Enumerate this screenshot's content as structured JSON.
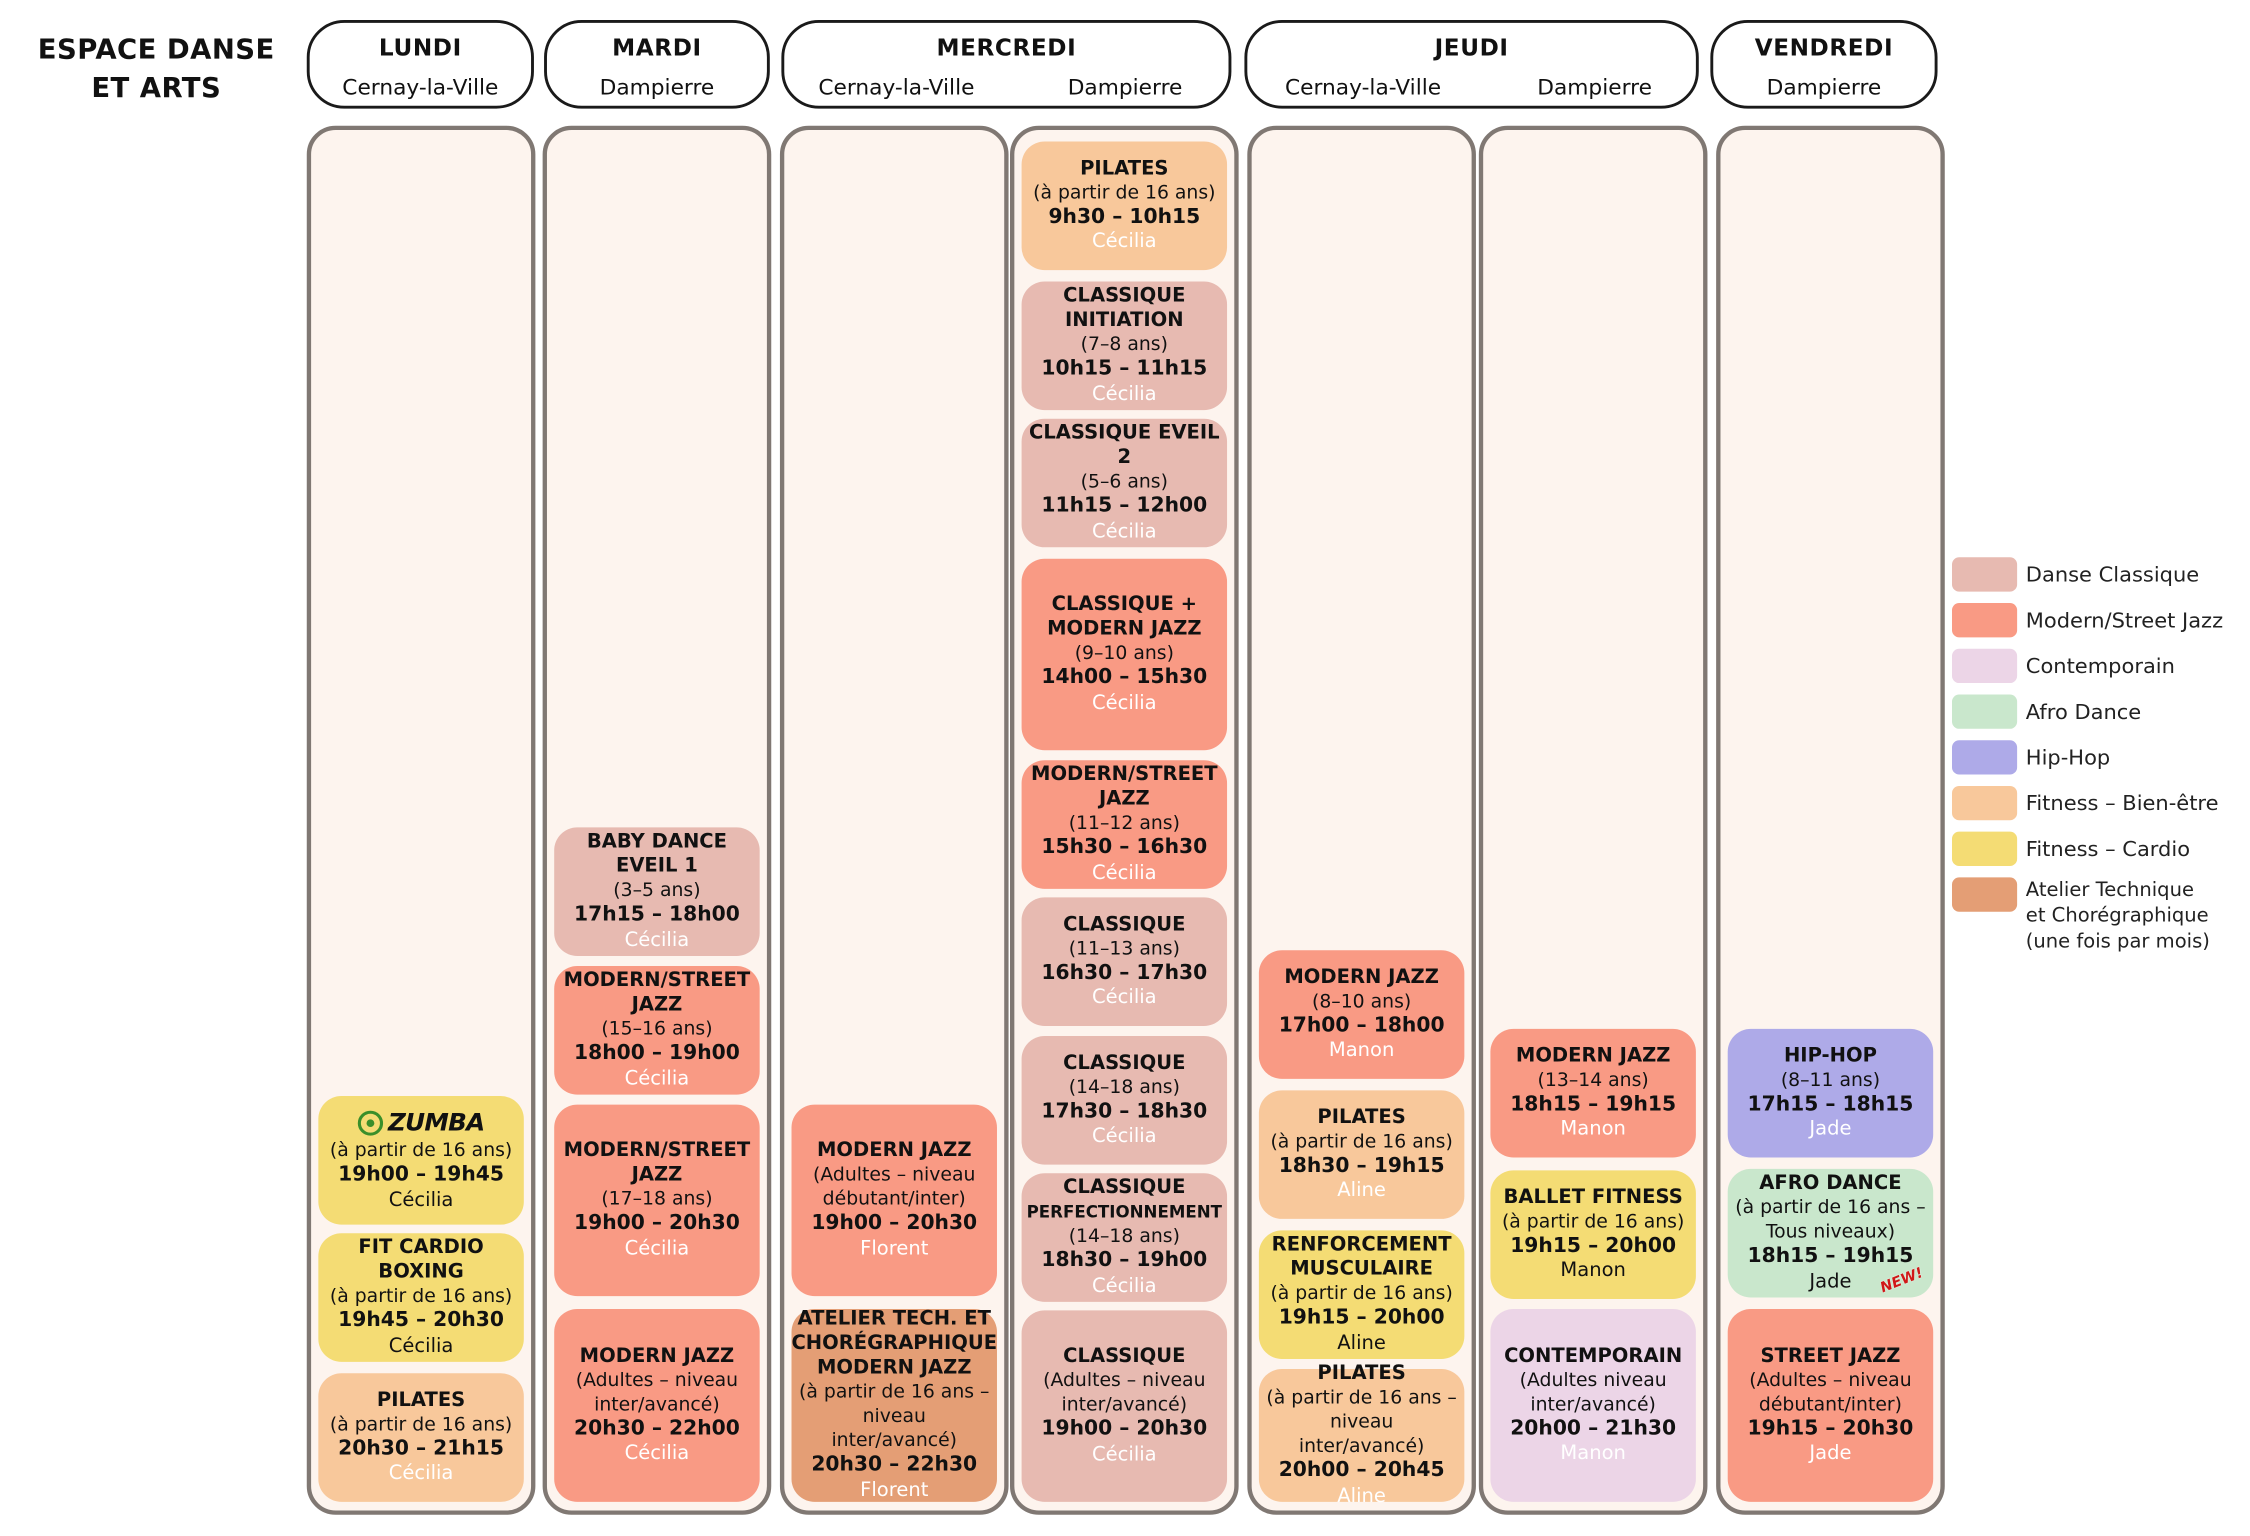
{
  "brand": {
    "line1": "ESPACE DANSE",
    "line2": "ET ARTS"
  },
  "colors": {
    "classique": "#e7bab1",
    "modern": "#f99a84",
    "contemporain": "#ecd5e7",
    "afro": "#c9e7cc",
    "hiphop": "#aeaae8",
    "fitness_bienetre": "#f8c89b",
    "fitness_cardio": "#f4dc74",
    "atelier": "#e49e75",
    "column_bg": "#fdf4ee"
  },
  "days": {
    "lundi": {
      "name": "LUNDI",
      "loc1": "Cernay-la-Ville"
    },
    "mardi": {
      "name": "MARDI",
      "loc1": "Dampierre"
    },
    "mercredi": {
      "name": "MERCREDI",
      "loc1": "Cernay-la-Ville",
      "loc2": "Dampierre"
    },
    "jeudi": {
      "name": "JEUDI",
      "loc1": "Cernay-la-Ville",
      "loc2": "Dampierre"
    },
    "vendredi": {
      "name": "VENDREDI",
      "loc1": "Dampierre"
    }
  },
  "lundi": [
    {
      "logo": "ZUMBA",
      "age": "(à partir de 16 ans)",
      "hours": "19h00 – 19h45",
      "teacher": "Cécilia",
      "color": "fitness_cardio"
    },
    {
      "title": "FIT CARDIO BOXING",
      "age": "(à partir de 16 ans)",
      "hours": "19h45 – 20h30",
      "teacher": "Cécilia",
      "color": "fitness_cardio"
    },
    {
      "title": "PILATES",
      "age": "(à partir de 16 ans)",
      "hours": "20h30 – 21h15",
      "teacher": "Cécilia",
      "color": "fitness_bienetre"
    }
  ],
  "mardi": [
    {
      "title": "BABY DANCE EVEIL 1",
      "age": "(3–5 ans)",
      "hours": "17h15 – 18h00",
      "teacher": "Cécilia",
      "color": "classique"
    },
    {
      "title": "MODERN/STREET JAZZ",
      "age": "(15–16 ans)",
      "hours": "18h00 – 19h00",
      "teacher": "Cécilia",
      "color": "modern"
    },
    {
      "title": "MODERN/STREET JAZZ",
      "age": "(17–18 ans)",
      "hours": "19h00 – 20h30",
      "teacher": "Cécilia",
      "color": "modern"
    },
    {
      "title": "MODERN JAZZ",
      "age": "(Adultes – niveau inter/avancé)",
      "hours": "20h30 – 22h00",
      "teacher": "Cécilia",
      "color": "modern"
    }
  ],
  "mercredi_cernay": [
    {
      "title": "MODERN JAZZ",
      "age": "(Adultes – niveau débutant/inter)",
      "hours": "19h00 – 20h30",
      "teacher": "Florent",
      "color": "modern"
    },
    {
      "title": "ATELIER TECH. ET CHORÉGRAPHIQUE MODERN JAZZ",
      "age": "(à partir de 16 ans – niveau inter/avancé)",
      "hours": "20h30 – 22h30",
      "teacher": "Florent",
      "color": "atelier"
    }
  ],
  "mercredi_dampierre": [
    {
      "title": "PILATES",
      "age": "(à partir de 16 ans)",
      "hours": "9h30 – 10h15",
      "teacher": "Cécilia",
      "color": "fitness_bienetre"
    },
    {
      "title": "CLASSIQUE INITIATION",
      "age": "(7–8 ans)",
      "hours": "10h15 – 11h15",
      "teacher": "Cécilia",
      "color": "classique"
    },
    {
      "title": "CLASSIQUE EVEIL 2",
      "age": "(5–6 ans)",
      "hours": "11h15 – 12h00",
      "teacher": "Cécilia",
      "color": "classique"
    },
    {
      "title": "CLASSIQUE + MODERN JAZZ",
      "age": "(9–10 ans)",
      "hours": "14h00 – 15h30",
      "teacher": "Cécilia",
      "color": "modern"
    },
    {
      "title": "MODERN/STREET JAZZ",
      "age": "(11–12 ans)",
      "hours": "15h30 – 16h30",
      "teacher": "Cécilia",
      "color": "modern"
    },
    {
      "title": "CLASSIQUE",
      "age": "(11–13 ans)",
      "hours": "16h30 – 17h30",
      "teacher": "Cécilia",
      "color": "classique"
    },
    {
      "title": "CLASSIQUE",
      "age": "(14–18 ans)",
      "hours": "17h30 – 18h30",
      "teacher": "Cécilia",
      "color": "classique"
    },
    {
      "title_a": "CLASSIQUE",
      "title_b": "PERFECTIONNEMENT",
      "age": "(14–18 ans)",
      "hours": "18h30 – 19h00",
      "teacher": "Cécilia",
      "color": "classique"
    },
    {
      "title": "CLASSIQUE",
      "age": "(Adultes – niveau inter/avancé)",
      "hours": "19h00 – 20h30",
      "teacher": "Cécilia",
      "color": "classique"
    }
  ],
  "jeudi_cernay": [
    {
      "title": "MODERN JAZZ",
      "age": "(8–10 ans)",
      "hours": "17h00 – 18h00",
      "teacher": "Manon",
      "color": "modern"
    },
    {
      "title": "PILATES",
      "age": "(à partir de 16 ans)",
      "hours": "18h30 – 19h15",
      "teacher": "Aline",
      "color": "fitness_bienetre"
    },
    {
      "title": "RENFORCEMENT MUSCULAIRE",
      "age": "(à partir de 16 ans)",
      "hours": "19h15 – 20h00",
      "teacher": "Aline",
      "color": "fitness_cardio"
    },
    {
      "title": "PILATES",
      "age": "(à partir de 16 ans – niveau inter/avancé)",
      "hours": "20h00 – 20h45",
      "teacher": "Aline",
      "color": "fitness_bienetre"
    }
  ],
  "jeudi_dampierre": [
    {
      "title": "MODERN JAZZ",
      "age": "(13–14 ans)",
      "hours": "18h15 – 19h15",
      "teacher": "Manon",
      "color": "modern"
    },
    {
      "title": "BALLET FITNESS",
      "age": "(à partir de 16 ans)",
      "hours": "19h15 – 20h00",
      "teacher": "Manon",
      "color": "fitness_cardio"
    },
    {
      "title": "CONTEMPORAIN",
      "age": "(Adultes niveau inter/avancé)",
      "hours": "20h00 – 21h30",
      "teacher": "Manon",
      "color": "contemporain"
    }
  ],
  "vendredi": [
    {
      "title": "HIP-HOP",
      "age": "(8–11 ans)",
      "hours": "17h15 – 18h15",
      "teacher": "Jade",
      "color": "hiphop"
    },
    {
      "title": "AFRO DANCE",
      "age": "(à partir de 16 ans – Tous niveaux)",
      "hours": "18h15 – 19h15",
      "teacher": "Jade",
      "color": "afro",
      "badge": "NEW!"
    },
    {
      "title": "STREET JAZZ",
      "age": "(Adultes – niveau débutant/inter)",
      "hours": "19h15 – 20h30",
      "teacher": "Jade",
      "color": "modern"
    }
  ],
  "legend": [
    {
      "label": "Danse Classique",
      "color": "classique"
    },
    {
      "label": "Modern/Street Jazz",
      "color": "modern"
    },
    {
      "label": "Contemporain",
      "color": "contemporain"
    },
    {
      "label": "Afro Dance",
      "color": "afro"
    },
    {
      "label": "Hip-Hop",
      "color": "hiphop"
    },
    {
      "label": "Fitness – Bien-être",
      "color": "fitness_bienetre"
    },
    {
      "label": "Fitness – Cardio",
      "color": "fitness_cardio"
    },
    {
      "label": "Atelier Technique",
      "label2": "et Chorégraphique",
      "label3": "(une fois par mois)",
      "color": "atelier"
    }
  ]
}
